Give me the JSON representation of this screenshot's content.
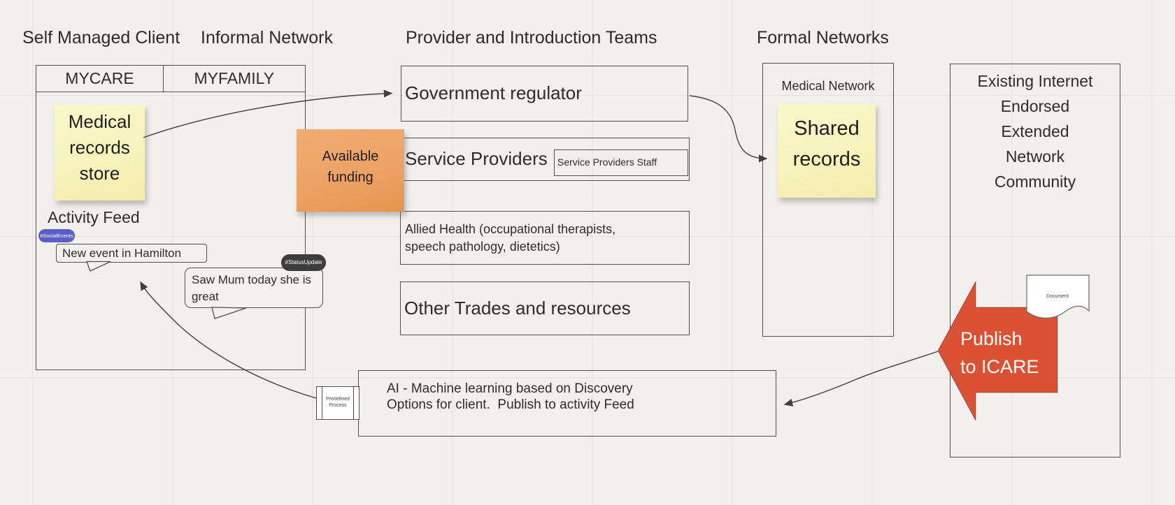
{
  "canvas": {
    "bg": "#f1f0ef",
    "grid": "#e7e5e3",
    "ink": "#2d2d2d",
    "connector": "#3f3f3f"
  },
  "headings": {
    "self_managed": "Self Managed Client",
    "informal": "Informal Network",
    "providers": "Provider and Introduction Teams",
    "formal": "Formal Networks"
  },
  "client_panel": {
    "col1": "MYCARE",
    "col2": "MYFAMILY",
    "medical_sticky": {
      "lines": [
        "Medical",
        "records",
        "store"
      ],
      "color": "#f8f3bd"
    },
    "activity_feed": "Activity Feed",
    "social_tag": {
      "label": "#SocialEvents",
      "color": "#5b5ec4"
    },
    "status_tag": {
      "label": "#StatusUpdate",
      "color": "#3d3d3d"
    },
    "bubble_event": "New event in Hamilton",
    "bubble_mum": {
      "lines": [
        "Saw Mum today she is",
        "great"
      ]
    }
  },
  "funding_sticky": {
    "lines": [
      "Available",
      "funding"
    ],
    "color": "#eda266"
  },
  "provider_column": {
    "regulator": "Government regulator",
    "service_providers": "Service Providers",
    "staff": "Service Providers Staff",
    "allied": {
      "lines": [
        "Allied Health (occupational therapists,",
        "speech pathology, dietetics)"
      ]
    },
    "other_trades": "Other Trades and resources"
  },
  "formal_column": {
    "medical_network": "Medical Network",
    "shared_sticky": {
      "lines": [
        "Shared",
        "records"
      ],
      "color": "#f8f3bd"
    }
  },
  "internet_box": {
    "lines": [
      "Existing Internet",
      "Endorsed",
      "Extended",
      "Network",
      "Community"
    ]
  },
  "publish_arrow": {
    "lines": [
      "Publish",
      "to ICARE"
    ],
    "color": "#da5233"
  },
  "document_shape": {
    "label": "Document"
  },
  "predefined_process": {
    "lines": [
      "Predefined",
      "Process"
    ]
  },
  "ai_box": {
    "lines": [
      "AI - Machine learning based on Discovery",
      "Options for client.  Publish to activity Feed"
    ]
  }
}
